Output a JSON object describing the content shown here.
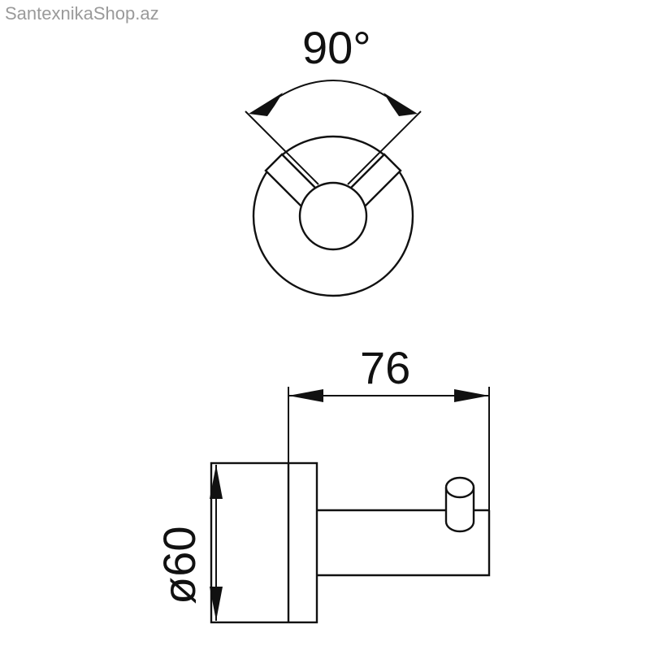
{
  "watermark": "SantexnikaShop.az",
  "dimensions": {
    "angle": "90°",
    "length": "76",
    "diameter": "ø60"
  },
  "colors": {
    "line": "#111111",
    "watermark": "#9a9a9a",
    "background": "#ffffff"
  }
}
